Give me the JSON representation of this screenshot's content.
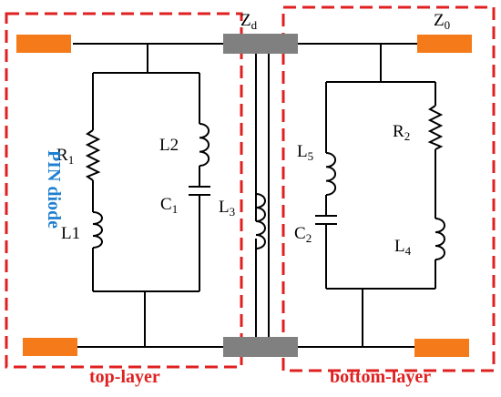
{
  "colors": {
    "frame": "#e02020",
    "port": "#f47a1a",
    "via_pad": "#808080",
    "wire": "#000000",
    "pin_text": "#1f7fd0"
  },
  "labels": {
    "zd": "Z",
    "zd_sub": "d",
    "z0": "Z",
    "z0_sub": "0",
    "r1": "R",
    "r1_sub": "1",
    "l1": "L1",
    "l2": "L2",
    "c1": "C",
    "c1_sub": "1",
    "l3": "L",
    "l3_sub": "3",
    "l5": "L",
    "l5_sub": "5",
    "c2": "C",
    "c2_sub": "2",
    "r2": "R",
    "r2_sub": "2",
    "l4": "L",
    "l4_sub": "4",
    "pin_diode": "PIN diode",
    "top_layer": "top-layer",
    "bottom_layer": "bottom-layer"
  },
  "icons": {
    "resistor": "resistor-icon",
    "inductor": "inductor-icon",
    "capacitor": "capacitor-icon",
    "port": "port-icon"
  }
}
